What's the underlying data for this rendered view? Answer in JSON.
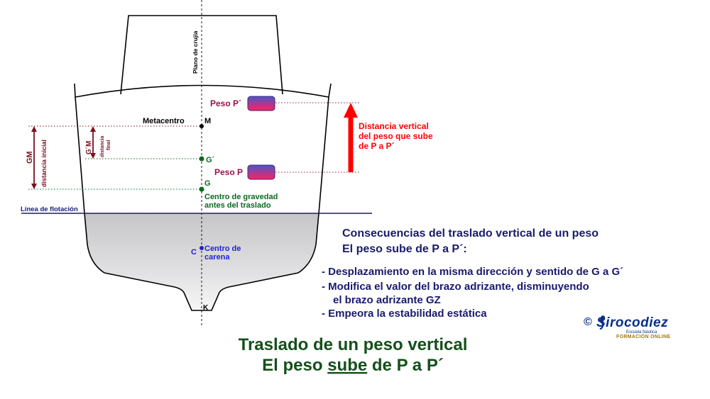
{
  "labels": {
    "plano_crujia": "Plano de crujía",
    "metacentro": "Metacentro",
    "m": "M",
    "g_prime": "G´",
    "g": "G",
    "centro_gravedad_1": "Centro de gravedad",
    "centro_gravedad_2": "antes del traslado",
    "linea_flotacion": "Línea de flotación",
    "c": "C",
    "centro_carena_1": "Centro de",
    "centro_carena_2": "carena",
    "k": "K",
    "peso_p_prime": "Peso P´",
    "peso_p": "Peso P",
    "gm": "GM",
    "distancia_inicial": "distancia inicial",
    "gpm": "G´M",
    "distancia": "distancia",
    "final": "final"
  },
  "arrow_note": {
    "line1": "Distancia vertical",
    "line2": "del peso que sube",
    "line3": "de P a P´"
  },
  "consequences": {
    "heading1": "Consecuencias del traslado vertical de un peso",
    "heading2": "El peso sube de P a P´:",
    "item1": "- Desplazamiento en la misma dirección y sentido de G a G´",
    "item2a": "- Modifica el valor del brazo adrizante, disminuyendo",
    "item2b": "el brazo adrizante GZ",
    "item3": "- Empeora la estabilidad estática"
  },
  "footer": {
    "title1": "Traslado de un peso vertical",
    "title2_pre": "El peso ",
    "title2_under": "sube",
    "title2_post": " de P a P´"
  },
  "logo": {
    "copyright": "©",
    "brand": "Sirocodiez",
    "school": "Escuela Náutica",
    "online": "FORMACIÓN ONLINE"
  },
  "colors": {
    "navy": "#1a1a6e",
    "maroon": "#7a1020",
    "green": "#0b6b1f",
    "blue": "#1f1fd8",
    "red": "#ff0000",
    "weight_top": "#4a55c8",
    "weight_bottom": "#ff2060",
    "peso_label": "#a0104a",
    "title_green": "#14501a"
  }
}
